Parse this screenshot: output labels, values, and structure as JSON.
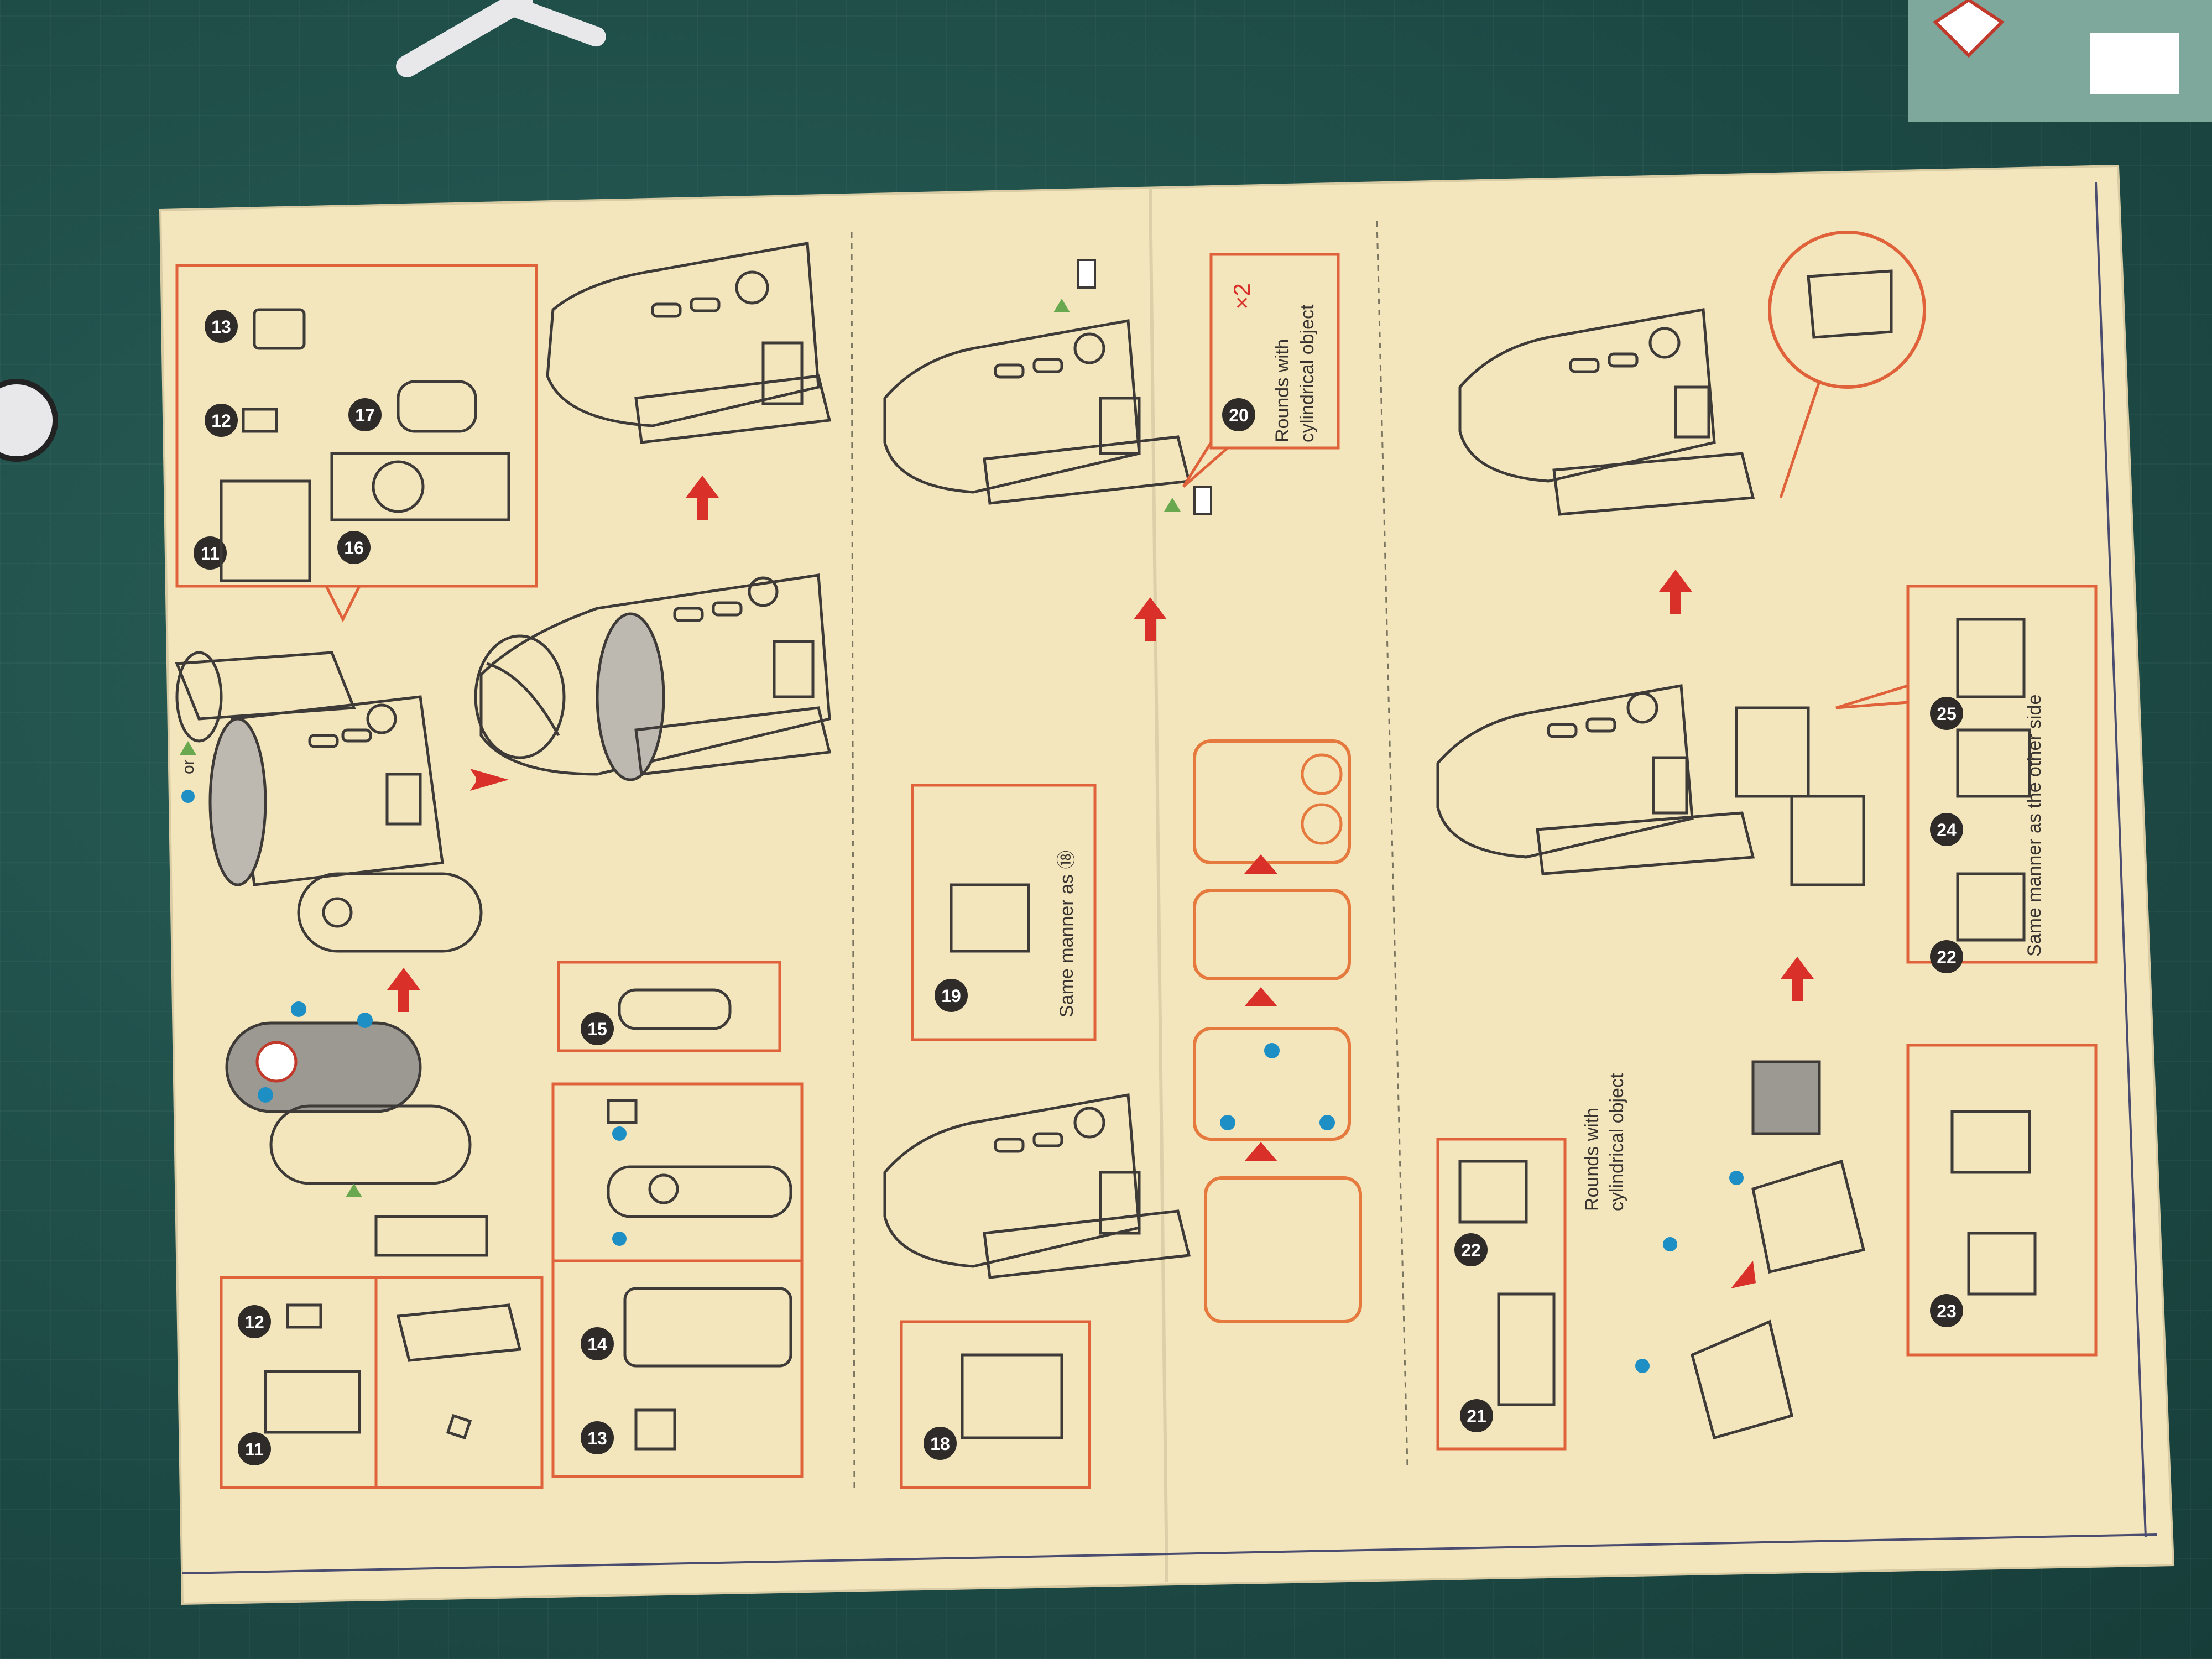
{
  "instructions": {
    "section1": {
      "parts_box_top": [
        "13",
        "12",
        "17",
        "11",
        "16"
      ],
      "parts_box_bottom": [
        "12",
        "11",
        "14",
        "13"
      ],
      "part_15": "15",
      "or_label": "or"
    },
    "section2": {
      "part_20": "20",
      "x2": "×2",
      "rounds_line1": "Rounds with",
      "rounds_line2": "cylindrical object",
      "part_19": "19",
      "same_manner_18": "Same manner as ⑱",
      "part_18": "18"
    },
    "section3": {
      "rounds_line1": "Rounds with",
      "rounds_line2": "cylindrical object",
      "parts_left": [
        "22",
        "21"
      ],
      "parts_right": [
        "25",
        "24",
        "22"
      ],
      "same_manner_other": "Same manner as the other side",
      "part_23": "23"
    }
  },
  "colors": {
    "paper": "#f3e6bc",
    "mat": "#1f4f4a",
    "accent_orange": "#e0623a",
    "arrow_red": "#d9312a",
    "marker_blue": "#1e8fc4",
    "marker_green": "#6aa84f"
  }
}
